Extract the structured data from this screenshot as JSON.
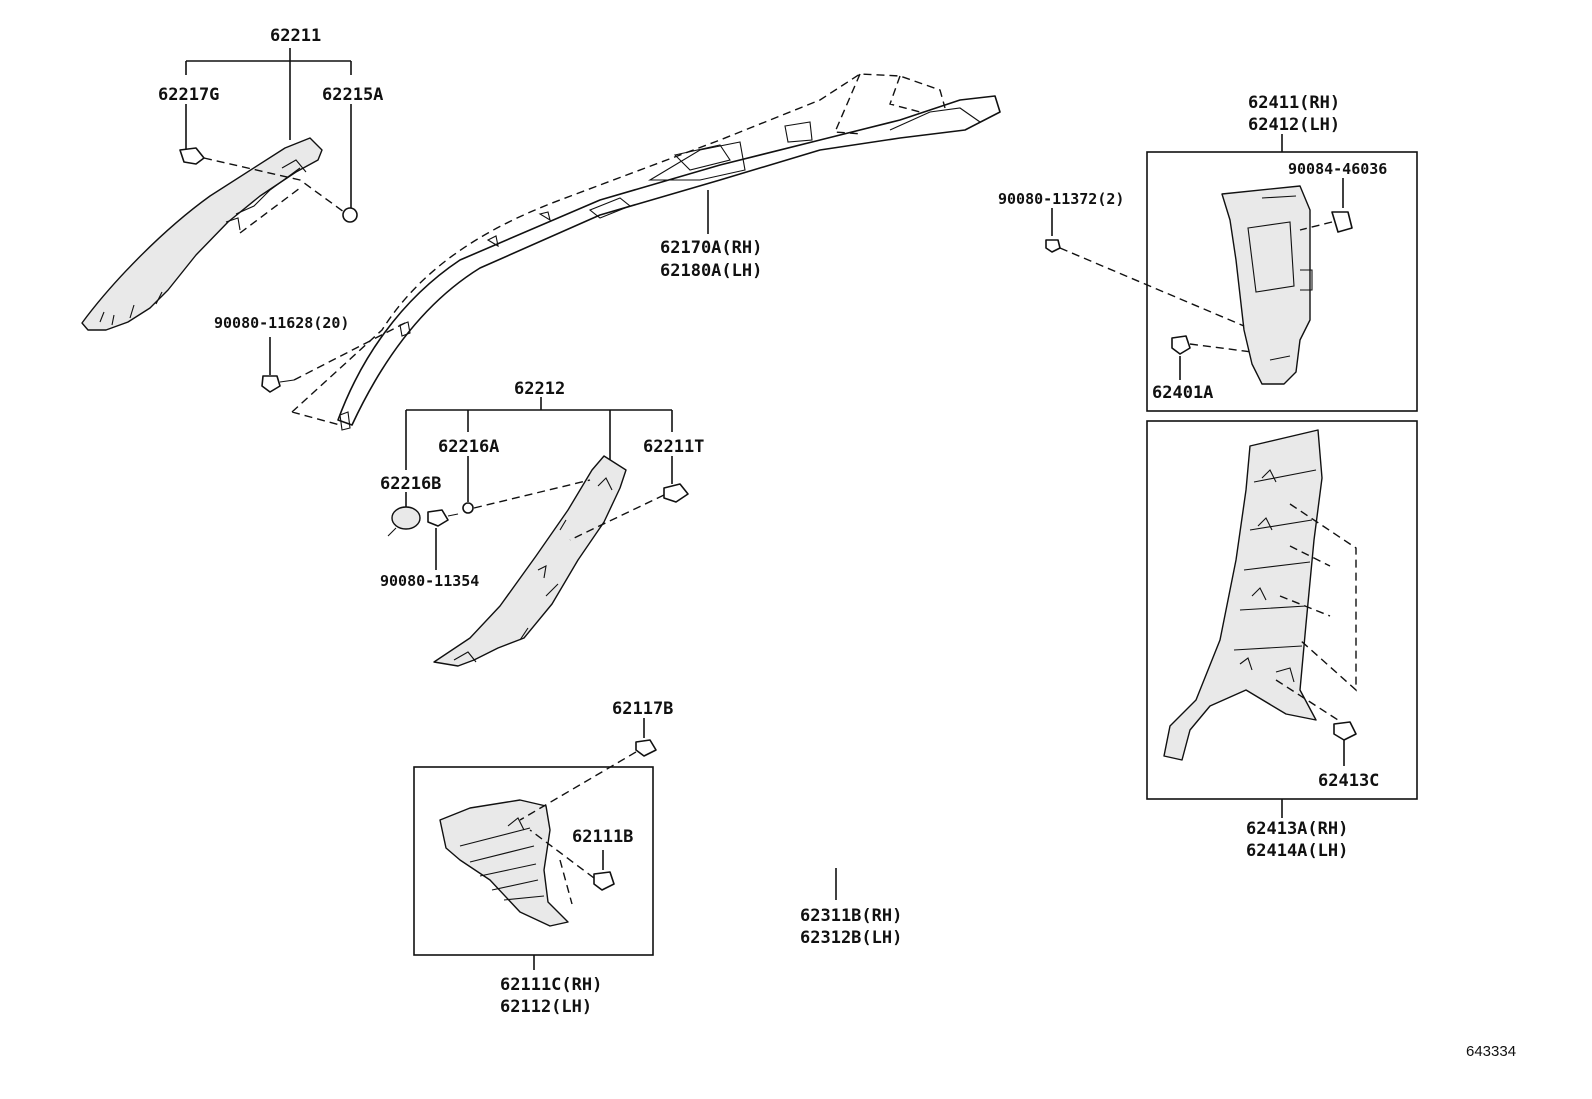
{
  "labels": {
    "p62211": "62211",
    "p62217g": "62217G",
    "p62215a": "62215A",
    "p90080_11628": "90080-11628(20)",
    "p62170a": "62170A(RH)",
    "p62180a": "62180A(LH)",
    "p62212": "62212",
    "p62216a": "62216A",
    "p62211t": "62211T",
    "p62216b": "62216B",
    "p90080_11354": "90080-11354",
    "p62117b": "62117B",
    "p62111b": "62111B",
    "p62111c": "62111C(RH)",
    "p62112": "62112(LH)",
    "p62311b": "62311B(RH)",
    "p62312b": "62312B(LH)",
    "p62411": "62411(RH)",
    "p62412": "62412(LH)",
    "p90084_46036": "90084-46036",
    "p90080_11372": "90080-11372(2)",
    "p62401a": "62401A",
    "p62413c": "62413C",
    "p62413a": "62413A(RH)",
    "p62414a": "62414A(LH)"
  },
  "diagram_ref": "643334"
}
